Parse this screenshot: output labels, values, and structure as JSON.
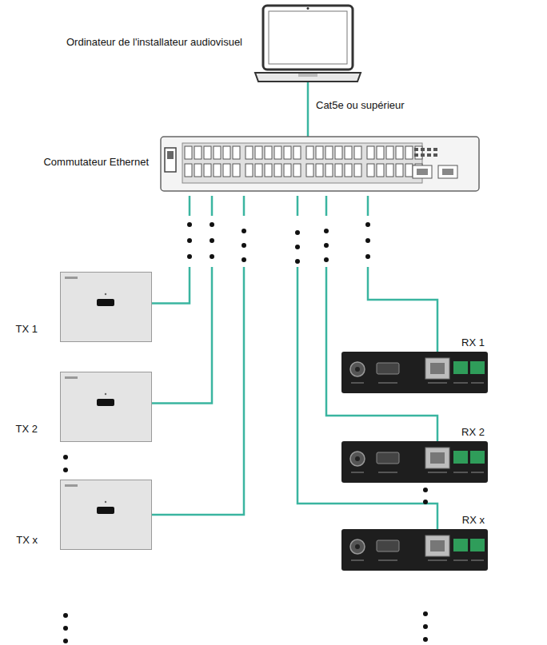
{
  "diagram": {
    "nodes": [
      {
        "text": [
          "Ordinateur de l'installateur audiovisuel"
        ]
      },
      {
        "text": [
          "Commutateur Ethernet"
        ]
      },
      {
        "text": [
          "TX 1"
        ]
      },
      {
        "text": [
          "TX 2"
        ]
      },
      {
        "text": [
          "TX x"
        ]
      },
      {
        "text": [
          "RX 1"
        ]
      },
      {
        "text": [
          "RX 2"
        ]
      },
      {
        "text": [
          "RX x"
        ]
      }
    ],
    "edges": [
      {
        "from": 0,
        "to": 1,
        "label": "Cat5e ou supérieur",
        "arrow": "none"
      },
      {
        "from": 1,
        "to": 2,
        "arrow": "none"
      },
      {
        "from": 1,
        "to": 3,
        "arrow": "none"
      },
      {
        "from": 1,
        "to": 4,
        "arrow": "none"
      },
      {
        "from": 1,
        "to": 5,
        "arrow": "none"
      },
      {
        "from": 1,
        "to": 6,
        "arrow": "none"
      },
      {
        "from": 1,
        "to": 7,
        "arrow": "none"
      }
    ]
  }
}
